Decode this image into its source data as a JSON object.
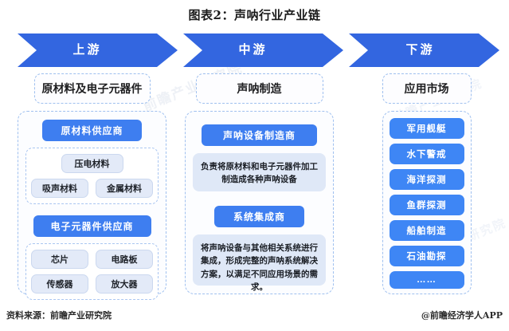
{
  "title": "图表2：声呐行业产业链",
  "watermarks": [
    "前瞻产业研究院",
    "前瞻产业研究院",
    "前瞻产业研究院",
    "前瞻产业研究院"
  ],
  "band": {
    "segments": [
      {
        "key": "upstream",
        "label": "上游"
      },
      {
        "key": "midstream",
        "label": "中游"
      },
      {
        "key": "downstream",
        "label": "下游"
      }
    ],
    "fill_color": "#3366e0",
    "text_color": "#ffffff"
  },
  "columns": {
    "upstream": {
      "header": "原材料及电子元器件",
      "groups": [
        {
          "pill": "原材料供应商",
          "rows": [
            [
              "压电材料"
            ],
            [
              "吸声材料",
              "金属材料"
            ]
          ]
        },
        {
          "pill": "电子元器件供应商",
          "rows": [
            [
              "芯片",
              "电路板"
            ],
            [
              "传感器",
              "放大器"
            ]
          ]
        }
      ]
    },
    "midstream": {
      "header": "声呐制造",
      "groups": [
        {
          "pill": "声呐设备制造商",
          "note": "负责将原材料和电子元器件加工制造成各种声呐设备"
        },
        {
          "pill": "系统集成商",
          "note": "将声呐设备与其他相关系统进行集成，形成完整的声呐系统解决方案，以满足不同应用场景的需求。"
        }
      ]
    },
    "downstream": {
      "header": "应用市场",
      "items": [
        "军用舰艇",
        "水下警戒",
        "海洋探测",
        "鱼群探测",
        "船舶制造",
        "石油勘探",
        "……"
      ]
    }
  },
  "footer": {
    "source": "资料来源：前瞻产业研究院",
    "credit": "@前瞻经济学人APP"
  },
  "colors": {
    "band_blue": "#3366e0",
    "pill_blue": "#3e7ef0",
    "button_blue": "#3e86f5",
    "chip_bg": "#e3eaf8",
    "note_bg": "#dfe8f7",
    "dashed_border": "#9fc0ef"
  }
}
